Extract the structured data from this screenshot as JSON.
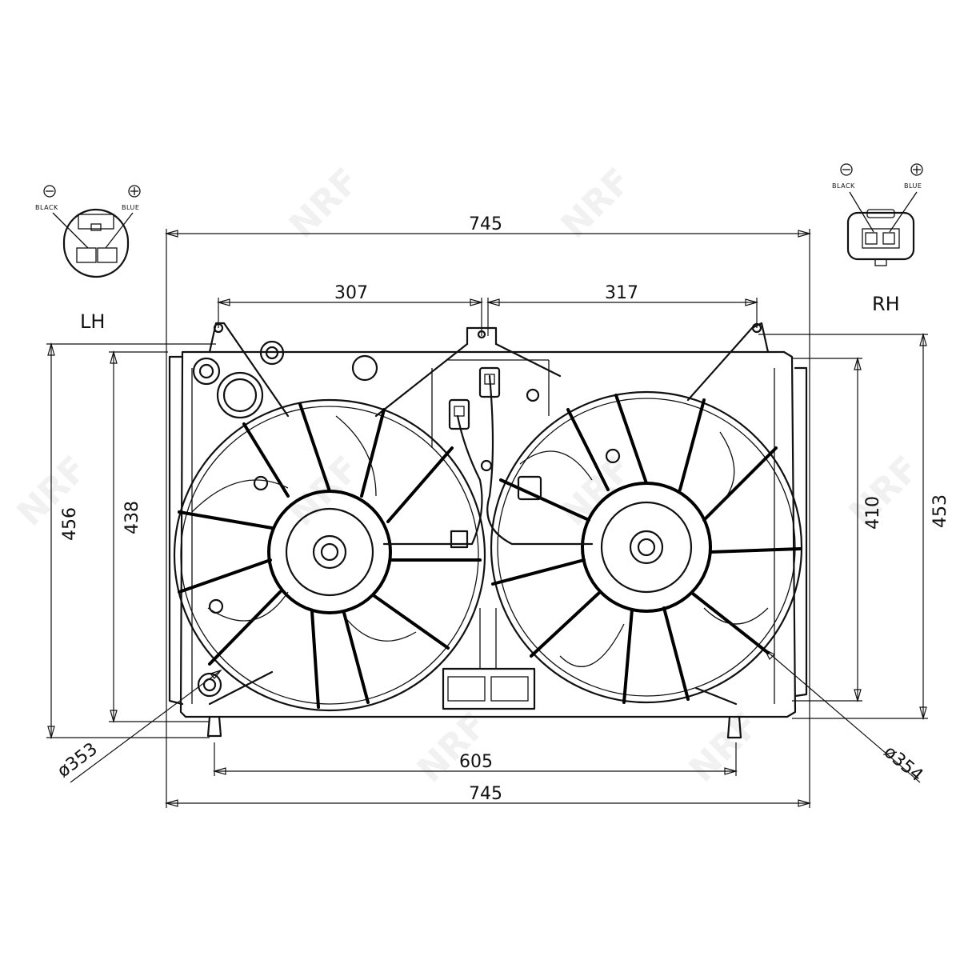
{
  "connectors": {
    "left": {
      "side_label": "LH",
      "minus_label": "BLACK",
      "plus_label": "BLUE",
      "minus_icon": "minus-circle-icon",
      "plus_icon": "plus-circle-icon"
    },
    "right": {
      "side_label": "RH",
      "minus_label": "BLACK",
      "plus_label": "BLUE",
      "minus_icon": "minus-circle-icon",
      "plus_icon": "plus-circle-icon"
    }
  },
  "dimensions": {
    "overall_width_top": "745",
    "overall_width_bottom": "745",
    "left_fan_span": "307",
    "right_fan_span": "317",
    "mount_spacing": "605",
    "overall_height_left": "456",
    "frame_height_left": "438",
    "frame_height_right": "410",
    "overall_height_right": "453",
    "left_fan_diameter": "ø353",
    "right_fan_diameter": "ø354"
  },
  "watermark": {
    "text": "NRF"
  }
}
